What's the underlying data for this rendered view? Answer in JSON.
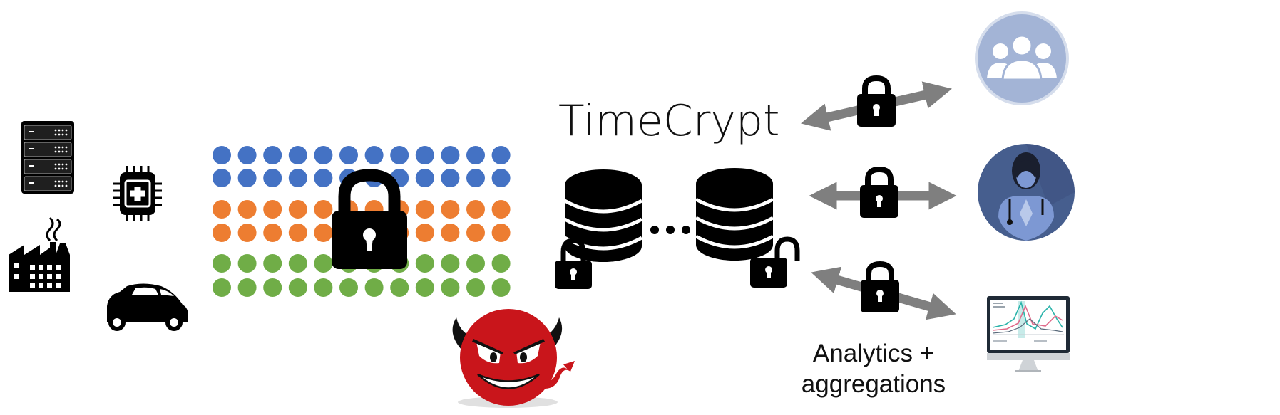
{
  "title": "TimeCrypt",
  "caption_line1": "Analytics +",
  "caption_line2": "aggregations",
  "colors": {
    "blue": "#4472c4",
    "orange": "#ed7d31",
    "green": "#70ad47",
    "devil": "#c9151b",
    "arrow": "#7f7f7f",
    "ink": "#000000",
    "group_avatar": "#a3b4d6",
    "doctor_avatar": "#465e8e"
  },
  "dot_grid": {
    "columns": 12,
    "rows": [
      "blue",
      "blue",
      "orange",
      "orange",
      "green",
      "green"
    ]
  },
  "sources": [
    "server-rack-icon",
    "factory-icon",
    "medical-chip-icon",
    "car-icon"
  ],
  "consumers": [
    "group-icon",
    "doctor-icon",
    "analytics-monitor-icon"
  ]
}
